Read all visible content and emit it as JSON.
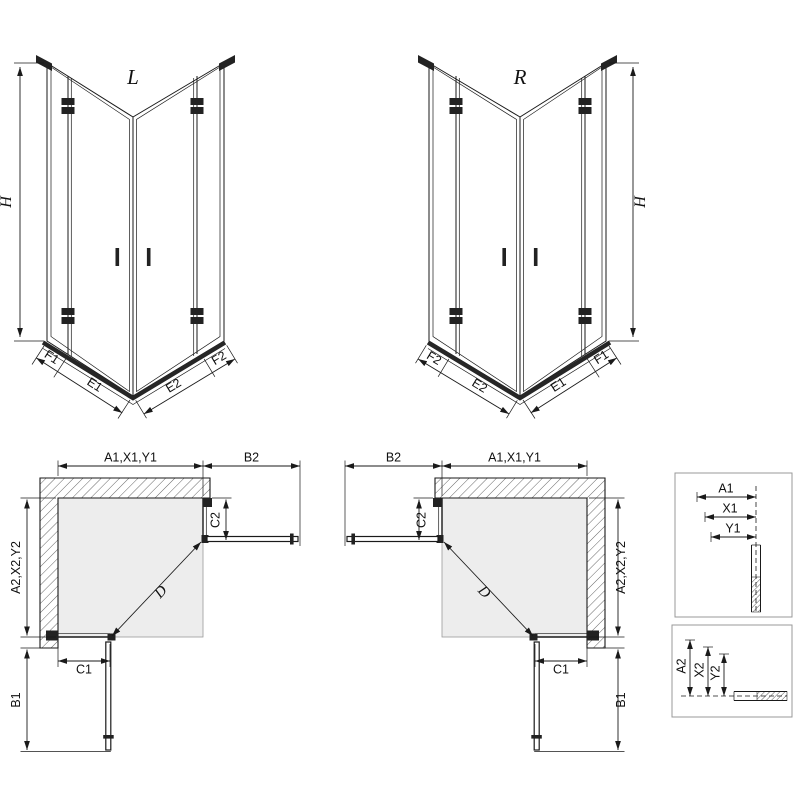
{
  "page": {
    "background": "#ffffff",
    "line_color": "#1a1a1a"
  },
  "perspective_left": {
    "title": "L",
    "h": "H",
    "f1": "F1",
    "e1": "E1",
    "e2": "E2",
    "f2": "F2"
  },
  "perspective_right": {
    "title": "R",
    "h": "H",
    "f1": "F1",
    "e1": "E1",
    "e2": "E2",
    "f2": "F2"
  },
  "plan_left": {
    "width_top": "A1,X1,Y1",
    "b2": "B2",
    "c2": "C2",
    "depth_side": "A2,X2,Y2",
    "c1": "C1",
    "b1": "B1",
    "diagonal": "D"
  },
  "plan_right": {
    "width_top": "A1,X1,Y1",
    "b2": "B2",
    "c2": "C2",
    "depth_side": "A2,X2,Y2",
    "c1": "C1",
    "b1": "B1",
    "diagonal": "D"
  },
  "detail_width_profile": {
    "a1": "A1",
    "x1": "X1",
    "y1": "Y1"
  },
  "detail_depth_profile": {
    "a2": "A2",
    "x2": "X2",
    "y2": "Y2"
  }
}
